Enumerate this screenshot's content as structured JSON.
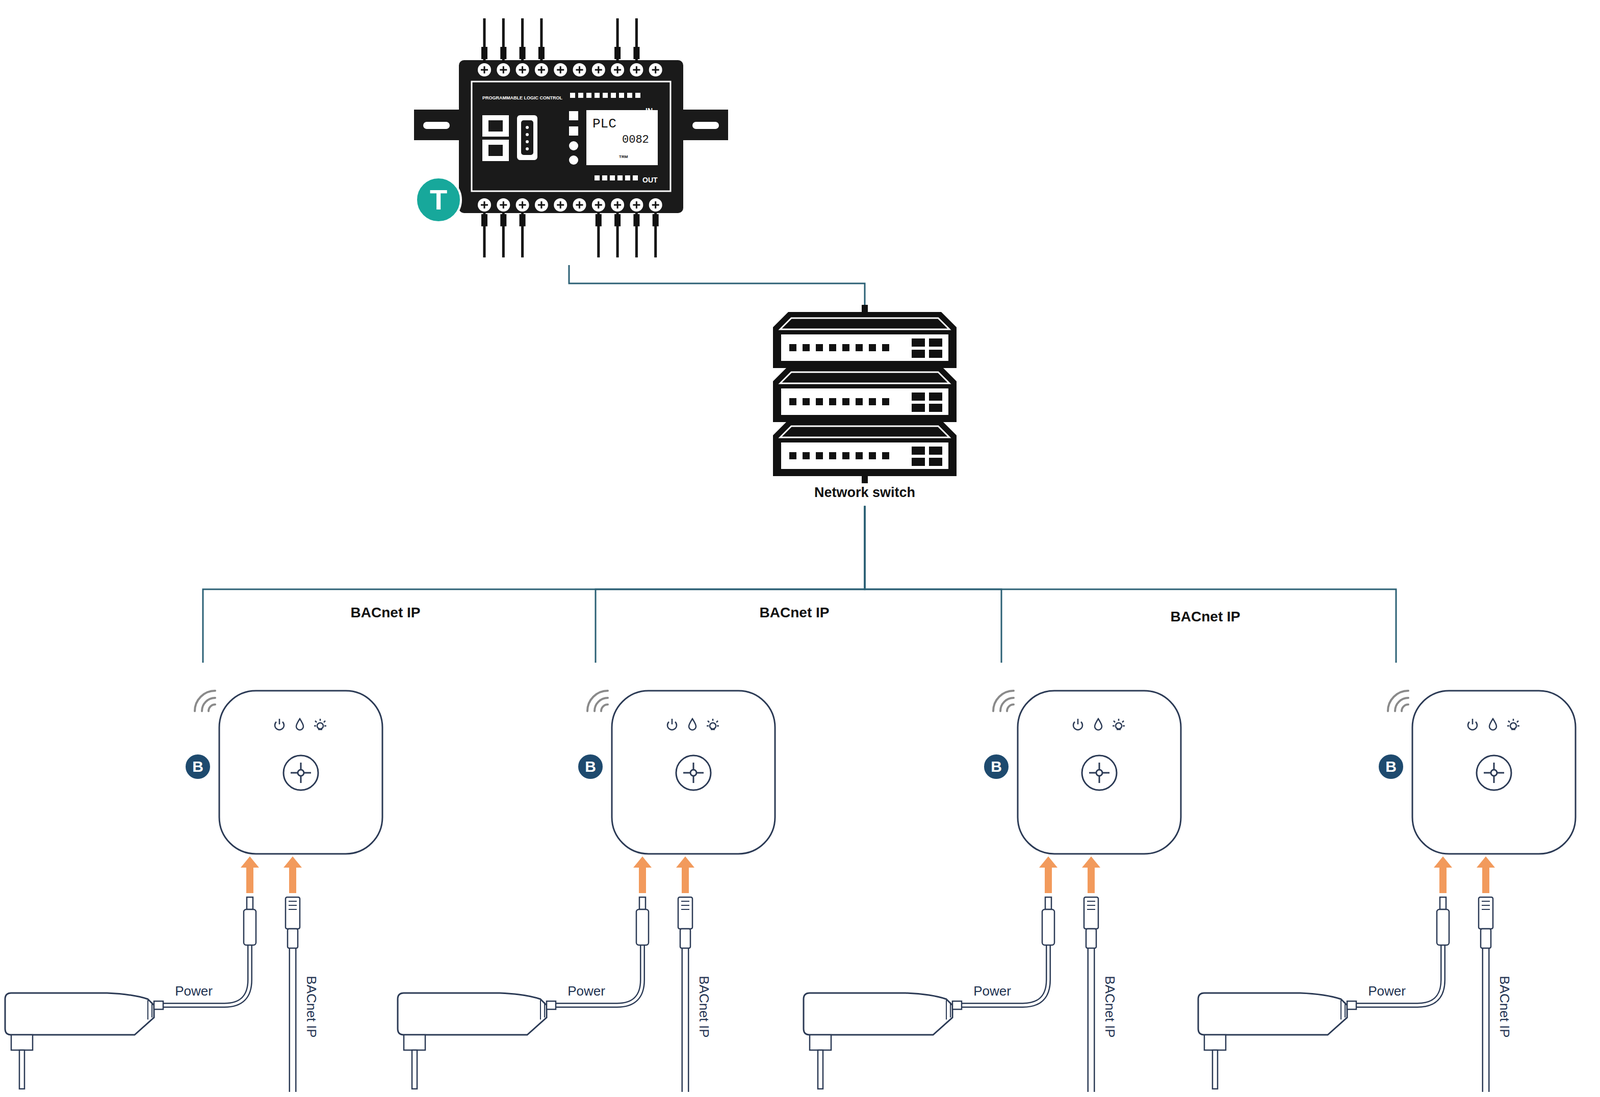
{
  "diagram": {
    "nodes": [
      {
        "text": [
          "T",
          "PROGRAMMABLE LOGIC CONTROL",
          "IN",
          "PLC",
          "0082",
          "TRM",
          "OUT"
        ]
      },
      {
        "text": [
          "Network switch"
        ]
      },
      {
        "text": [
          "B"
        ]
      },
      {
        "text": [
          "B"
        ]
      },
      {
        "text": [
          "B"
        ]
      },
      {
        "text": [
          "B"
        ]
      }
    ],
    "edges": [
      {
        "from": 0,
        "to": 1,
        "arrow": "none"
      },
      {
        "from": 1,
        "to": 2,
        "arrow": "none"
      },
      {
        "from": 1,
        "to": 3,
        "arrow": "none"
      },
      {
        "from": 1,
        "to": 4,
        "arrow": "none"
      },
      {
        "from": 1,
        "to": 5,
        "arrow": "none"
      }
    ],
    "labels": [
      "BACnet IP",
      "BACnet IP",
      "BACnet IP",
      "Power",
      "BACnet IP",
      "Power",
      "BACnet IP",
      "Power",
      "BACnet IP",
      "Power",
      "BACnet IP"
    ]
  }
}
